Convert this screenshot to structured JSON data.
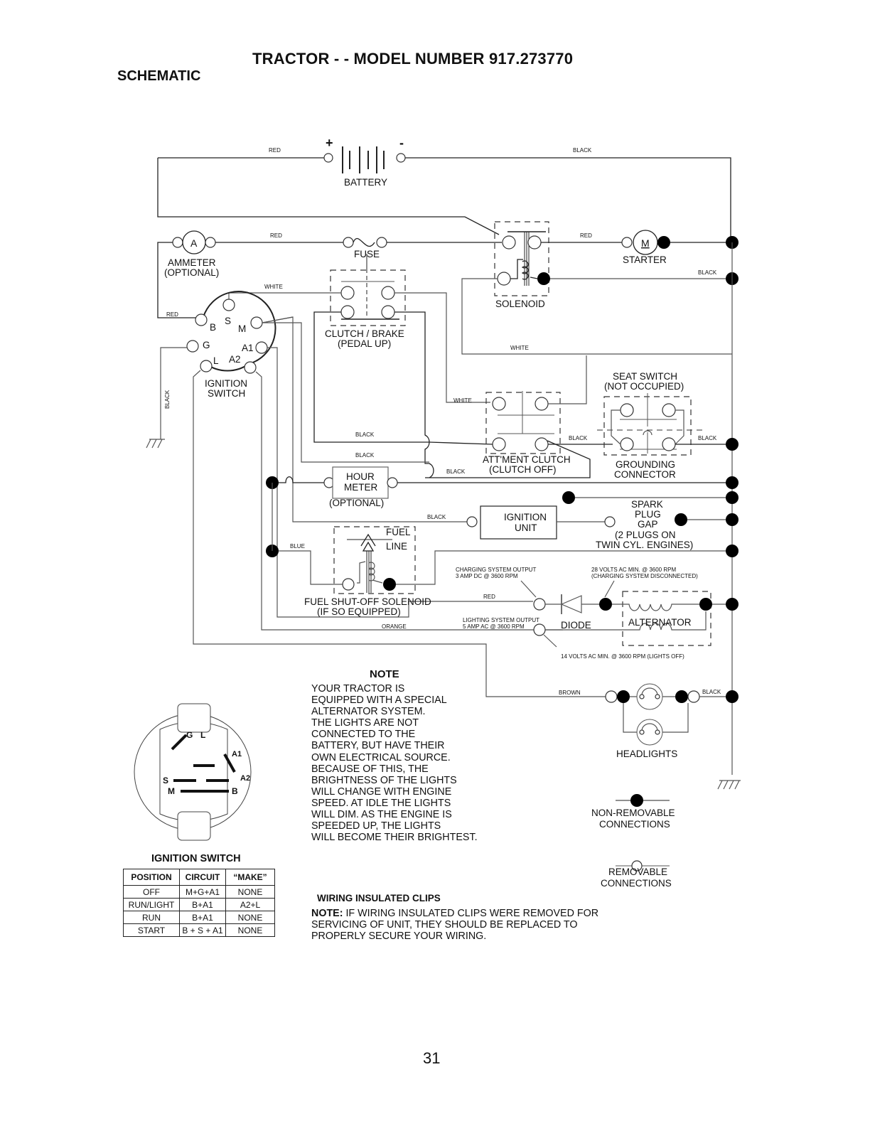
{
  "header": {
    "title": "TRACTOR - - MODEL NUMBER 917.273770",
    "subtitle": "SCHEMATIC"
  },
  "components": {
    "battery": {
      "label": "BATTERY",
      "plus": "+",
      "minus": "-"
    },
    "ammeter": {
      "symbol": "A",
      "label_line1": "AMMETER",
      "label_line2": "(OPTIONAL)"
    },
    "fuse": {
      "label": "FUSE"
    },
    "solenoid": {
      "label": "SOLENOID"
    },
    "starter": {
      "symbol": "M",
      "label": "STARTER"
    },
    "clutch_brake": {
      "label_line1": "CLUTCH / BRAKE",
      "label_line2": "(PEDAL UP)"
    },
    "ignition_switch": {
      "label_line1": "IGNITION",
      "label_line2": "SWITCH",
      "terminals": [
        "B",
        "S",
        "M",
        "G",
        "A1",
        "L",
        "A2"
      ]
    },
    "seat_switch": {
      "label_line1": "SEAT SWITCH",
      "label_line2": "(NOT OCCUPIED)"
    },
    "grounding_connector": {
      "label_line1": "GROUNDING",
      "label_line2": "CONNECTOR"
    },
    "attachment_clutch": {
      "label_line1": "ATT'MENT CLUTCH",
      "label_line2": "(CLUTCH OFF)"
    },
    "hour_meter": {
      "label_line1": "HOUR",
      "label_line2": "METER",
      "label_line3": "(OPTIONAL)"
    },
    "ignition_unit": {
      "label_line1": "IGNITION",
      "label_line2": "UNIT"
    },
    "spark_plug": {
      "label_line1": "SPARK",
      "label_line2": "PLUG",
      "label_line3": "GAP",
      "label_line4": "(2 PLUGS ON",
      "label_line5": "TWIN CYL. ENGINES)"
    },
    "fuel_solenoid": {
      "fuel_line_1": "FUEL",
      "fuel_line_2": "LINE",
      "label_line1": "FUEL SHUT-OFF SOLENOID",
      "label_line2": "(IF SO EQUIPPED)"
    },
    "diode": {
      "label": "DIODE"
    },
    "alternator": {
      "label": "ALTERNATOR"
    },
    "headlights": {
      "label": "HEADLIGHTS"
    }
  },
  "wires": {
    "red": "RED",
    "black": "BLACK",
    "white": "WHITE",
    "blue": "BLUE",
    "orange": "ORANGE",
    "brown": "BROWN"
  },
  "annotations": {
    "charging_1": "CHARGING SYSTEM OUTPUT",
    "charging_2": "3 AMP DC @ 3600 RPM",
    "volts28_1": "28 VOLTS AC MIN. @ 3600 RPM",
    "volts28_2": "(CHARGING SYSTEM DISCONNECTED)",
    "lighting_1": "LIGHTING SYSTEM OUTPUT",
    "lighting_2": "5 AMP AC @ 3600 RPM",
    "volts14": "14 VOLTS AC MIN. @ 3600 RPM (LIGHTS OFF)"
  },
  "legend": {
    "non_removable_1": "NON-REMOVABLE",
    "non_removable_2": "CONNECTIONS",
    "removable_1": "REMOVABLE",
    "removable_2": "CONNECTIONS"
  },
  "note": {
    "heading": "NOTE",
    "lines": [
      "YOUR TRACTOR IS",
      "EQUIPPED WITH A SPECIAL",
      "ALTERNATOR SYSTEM.",
      "THE LIGHTS ARE NOT",
      "CONNECTED TO THE",
      "BATTERY, BUT HAVE THEIR",
      "OWN ELECTRICAL SOURCE.",
      "BECAUSE OF THIS, THE",
      "BRIGHTNESS OF THE LIGHTS",
      "WILL CHANGE WITH ENGINE",
      "SPEED.  AT IDLE THE LIGHTS",
      "WILL DIM.  AS THE ENGINE IS",
      "SPEEDED UP, THE LIGHTS",
      "WILL BECOME THEIR BRIGHTEST."
    ]
  },
  "ignition_diagram": {
    "labels": [
      "G",
      "L",
      "A1",
      "A2",
      "S",
      "M",
      "B"
    ],
    "title": "IGNITION SWITCH"
  },
  "ignition_table": {
    "headers": [
      "POSITION",
      "CIRCUIT",
      "“MAKE”"
    ],
    "rows": [
      [
        "OFF",
        "M+G+A1",
        "NONE"
      ],
      [
        "RUN/LIGHT",
        "B+A1",
        "A2+L"
      ],
      [
        "RUN",
        "B+A1",
        "NONE"
      ],
      [
        "START",
        "B + S + A1",
        "NONE"
      ]
    ]
  },
  "clips": {
    "heading": "WIRING INSULATED CLIPS",
    "note_label": "NOTE:",
    "line1": " IF WIRING INSULATED CLIPS WERE REMOVED FOR",
    "line2": "SERVICING OF UNIT, THEY SHOULD BE REPLACED TO",
    "line3": "PROPERLY SECURE YOUR WIRING."
  },
  "page_number": "31"
}
